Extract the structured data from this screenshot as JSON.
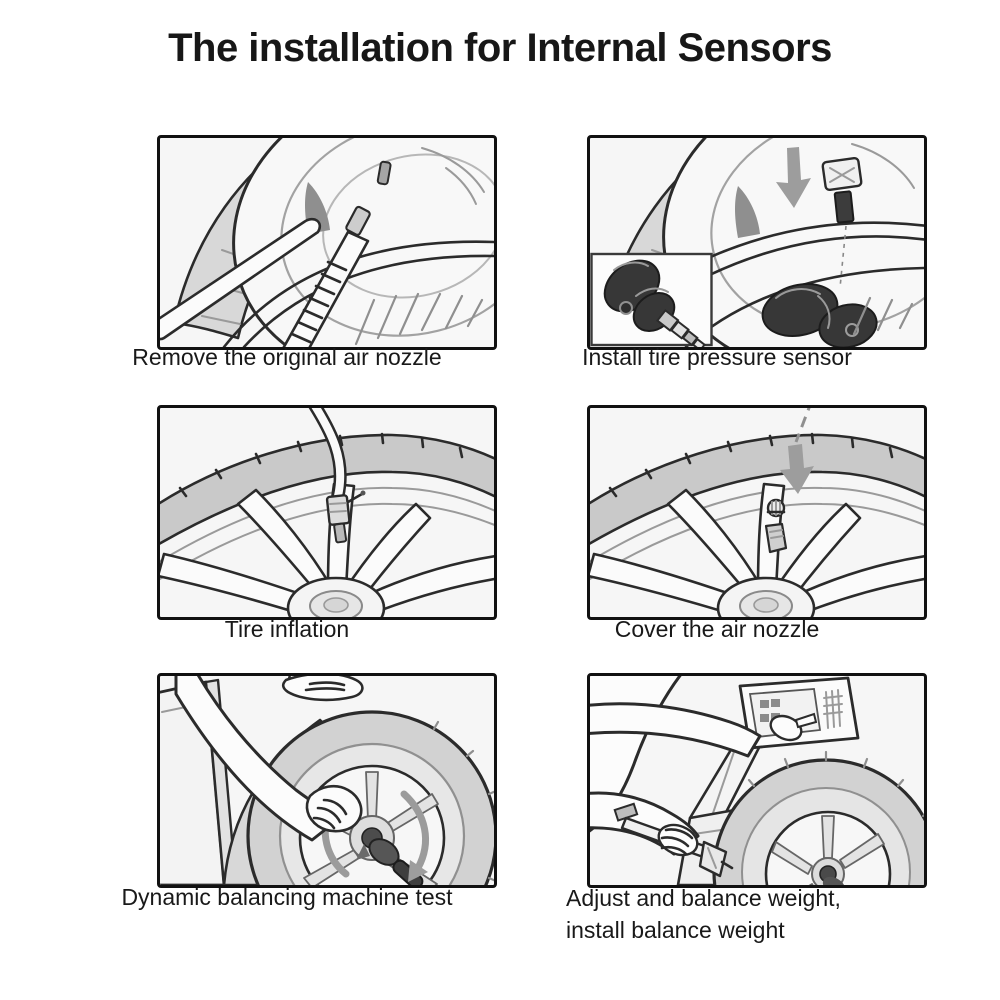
{
  "page": {
    "title": "The installation for Internal Sensors",
    "background": "#ffffff",
    "text_color": "#191919"
  },
  "steps": [
    {
      "caption": "Remove the original air nozzle",
      "illustration": "remove-original-air-nozzle"
    },
    {
      "caption": "Install tire pressure sensor",
      "illustration": "install-tire-pressure-sensor"
    },
    {
      "caption": "Tire inflation",
      "illustration": "tire-inflation"
    },
    {
      "caption": "Cover the air nozzle",
      "illustration": "cover-air-nozzle"
    },
    {
      "caption": "Dynamic balancing machine test",
      "illustration": "dynamic-balancing-machine-test"
    },
    {
      "caption": "Adjust and balance weight,\ninstall balance weight",
      "illustration": "adjust-and-install-balance-weight"
    }
  ],
  "colors": {
    "panel_border": "#111111",
    "panel_background": "#f6f6f6",
    "line_art": "#2b2b2b",
    "tire_shade": "#d8d8d8",
    "tread_band": "#c9c9c9",
    "sensor_dark": "#373737",
    "arrow_gray": "#9d9d9d"
  }
}
